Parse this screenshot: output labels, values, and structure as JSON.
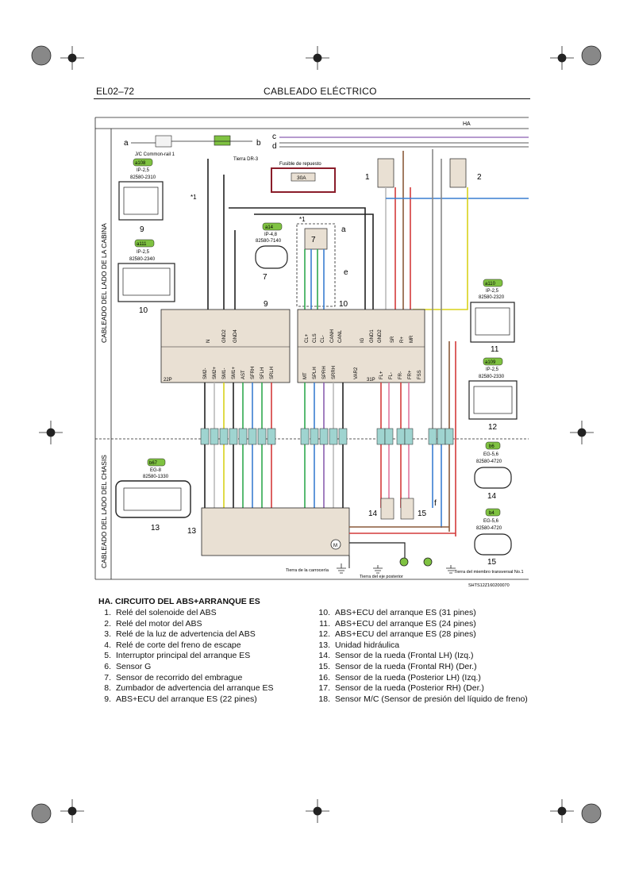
{
  "header": {
    "page_code": "EL02–72",
    "title": "CABLEADO ELÉCTRICO"
  },
  "diagram": {
    "section_tag": "HA",
    "side_cabin": "CABLEADO DEL LADO DE LA CABINA",
    "side_chassis": "CABLEADO DEL LADO DEL CHASIS",
    "sheet_code": "SHTS12Z160200070",
    "fuse_label": "Fusible de repuesto",
    "fuse_value": "30A",
    "jc_label": "J/C Common-rail 1",
    "ground_dr": "Tierra DR-3",
    "ground_body": "Tierra de la carrocería",
    "ground_rear": "Tierra del eje posterior",
    "ground_cross": "Tierra del miembro transversal No.1",
    "label_22p": "22P",
    "label_31p": "31P",
    "connectors": [
      {
        "code": "a108",
        "name": "IP-2,5",
        "part": "82580-2310",
        "num": "9"
      },
      {
        "code": "a111",
        "name": "IP-2,5",
        "part": "82580-2340",
        "num": "10"
      },
      {
        "code": "a14",
        "name": "IP-4,8",
        "part": "82580-7140",
        "num": "7"
      },
      {
        "code": "a110",
        "name": "IP-2,5",
        "part": "82580-2320",
        "num": "11"
      },
      {
        "code": "a109",
        "name": "IP-2,5",
        "part": "82580-2330",
        "num": "12"
      },
      {
        "code": "b67",
        "name": "EG-8",
        "part": "82580-1330",
        "num": "13"
      },
      {
        "code": "b6",
        "name": "EG-5,6",
        "part": "82580-4720",
        "num": "14"
      },
      {
        "code": "b4",
        "name": "EG-5,6",
        "part": "82580-4720",
        "num": "15"
      }
    ],
    "pins_a": [
      "N",
      "GND2",
      "GND4"
    ],
    "pins_b": [
      "CL+",
      "CLS",
      "CL-",
      "CANH",
      "CANL",
      "IG",
      "GND1",
      "GND2",
      "SR",
      "R+",
      "MR"
    ],
    "pins_c": [
      "SM2-",
      "SM2+",
      "SM1-",
      "SM1+",
      "AST",
      "SFRH",
      "SFLH",
      "SRLH",
      "MT",
      "SPLH",
      "SPRH",
      "SRRH",
      "VAR2",
      "FL+",
      "FL-",
      "FR-",
      "FR+",
      "FSS"
    ]
  },
  "legend": {
    "title": "HA.   CIRCUITO DEL ABS+ARRANQUE ES",
    "items": [
      {
        "n": "1.",
        "t": "Relé del solenoide del ABS"
      },
      {
        "n": "2.",
        "t": "Relé del motor del ABS"
      },
      {
        "n": "3.",
        "t": "Relé de la luz de advertencia del ABS"
      },
      {
        "n": "4.",
        "t": "Relé de corte del freno de escape"
      },
      {
        "n": "5.",
        "t": "Interruptor principal del arranque ES"
      },
      {
        "n": "6.",
        "t": "Sensor G"
      },
      {
        "n": "7.",
        "t": "Sensor de recorrido del embrague"
      },
      {
        "n": "8.",
        "t": "Zumbador de advertencia del arranque ES"
      },
      {
        "n": "9.",
        "t": "ABS+ECU del arranque ES (22 pines)"
      },
      {
        "n": "10.",
        "t": "ABS+ECU del arranque ES (31 pines)"
      },
      {
        "n": "11.",
        "t": "ABS+ECU del arranque ES (24 pines)"
      },
      {
        "n": "12.",
        "t": "ABS+ECU del arranque ES (28 pines)"
      },
      {
        "n": "13.",
        "t": "Unidad hidráulica"
      },
      {
        "n": "14.",
        "t": "Sensor de la rueda (Frontal LH) (Izq.)"
      },
      {
        "n": "15.",
        "t": "Sensor de la rueda (Frontal RH) (Der.)"
      },
      {
        "n": "16.",
        "t": "Sensor de la rueda (Posterior LH) (Izq.)"
      },
      {
        "n": "17.",
        "t": "Sensor de la rueda (Posterior RH) (Der.)"
      },
      {
        "n": "18.",
        "t": "Sensor M/C (Sensor de presión del líquido de freno)"
      }
    ]
  },
  "colors": {
    "wire_black": "#222222",
    "wire_white": "#bbbbbb",
    "wire_red": "#d43a3a",
    "wire_green": "#2fa84f",
    "wire_blue": "#3a7fd0",
    "wire_yellow": "#d8d21a",
    "wire_brown": "#8a5a3a",
    "wire_pink": "#e07aa0",
    "wire_violet": "#8a5fb0",
    "box_fill": "#e9e0d3",
    "fuse_red": "#8a1d2a",
    "tag_green": "#7fc241"
  }
}
